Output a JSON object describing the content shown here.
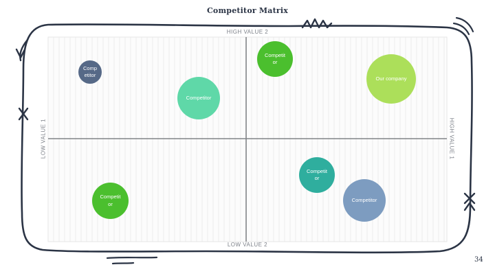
{
  "slide": {
    "title": "Competitor Matrix",
    "page_number": "34"
  },
  "axes": {
    "top": "HIGH VALUE 2",
    "bottom": "LOW VALUE 2",
    "left": "LOW VALUE 1",
    "right": "HIGH VALUE 1"
  },
  "bubbles": [
    {
      "label": "Comp\netitor",
      "color": "#566987"
    },
    {
      "label": "Competitor",
      "color": "#5fd8a8"
    },
    {
      "label": "Competit\nor",
      "color": "#4bbf2e"
    },
    {
      "label": "Our company",
      "color": "#acdf5a"
    },
    {
      "label": "Competit\nor",
      "color": "#2fae9e"
    },
    {
      "label": "Competitor",
      "color": "#7d9cc0"
    },
    {
      "label": "Competit\nor",
      "color": "#4bbf2e"
    }
  ],
  "colors": {
    "ink": "#2b3445",
    "axis": "#808387",
    "grid": "#e6e6e6"
  }
}
